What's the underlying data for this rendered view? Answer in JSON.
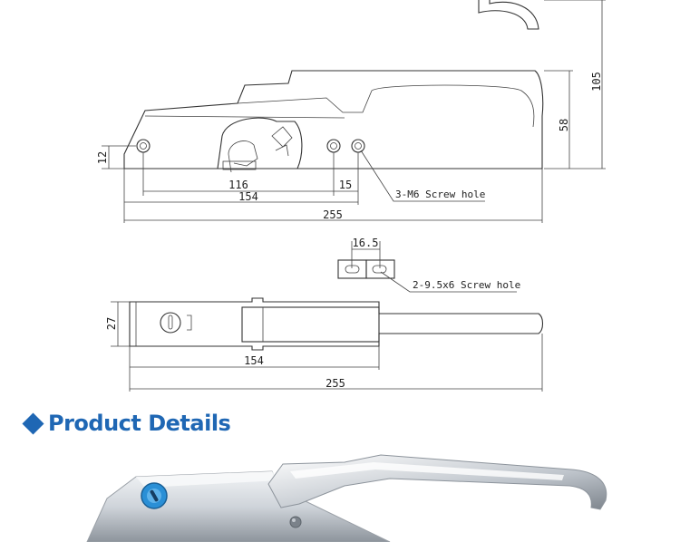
{
  "top_view": {
    "dimensions": {
      "total_width": "255",
      "inner_width": "154",
      "hole_spacing": "116",
      "hole_gap": "15",
      "hole_height": "12",
      "body_height": "58",
      "overall_height": "105"
    },
    "callout": "3-M6 Screw hole"
  },
  "bottom_view": {
    "dimensions": {
      "total_width": "255",
      "inner_width": "154",
      "depth": "27",
      "slot_spacing": "16.5"
    },
    "callout": "2-9.5x6 Screw hole"
  },
  "section": {
    "title": "Product Details"
  },
  "colors": {
    "accent": "#1f67b4",
    "line": "#333333",
    "chrome_light": "#e8ebef",
    "chrome_dark": "#8a9097",
    "key_blue": "#2a8fd6"
  },
  "icons": {
    "section_marker": "diamond-icon"
  }
}
